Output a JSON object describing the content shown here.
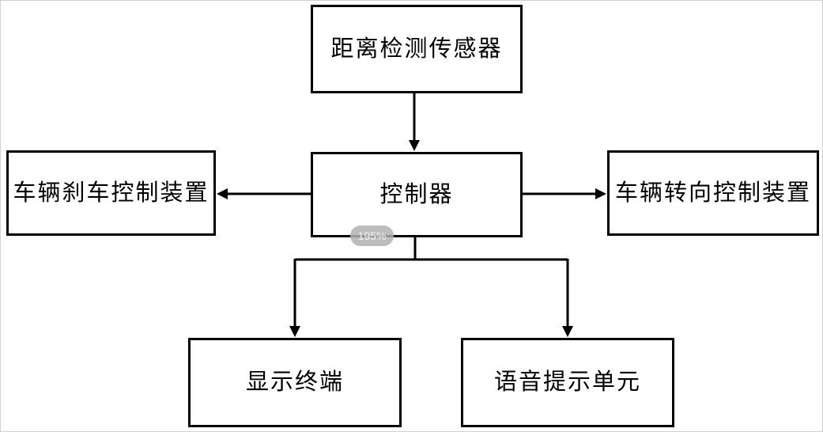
{
  "diagram": {
    "title": "vehicle-assist-system-block-diagram",
    "nodes": [
      {
        "id": "sensor",
        "label": "距离检测传感器"
      },
      {
        "id": "controller",
        "label": "控制器"
      },
      {
        "id": "brake",
        "label": "车辆刹车控制装置"
      },
      {
        "id": "steering",
        "label": "车辆转向控制装置"
      },
      {
        "id": "display",
        "label": "显示终端"
      },
      {
        "id": "voice",
        "label": "语音提示单元"
      }
    ],
    "edges": [
      {
        "from": "sensor",
        "to": "controller",
        "direction": "down"
      },
      {
        "from": "controller",
        "to": "brake",
        "direction": "left"
      },
      {
        "from": "controller",
        "to": "steering",
        "direction": "right"
      },
      {
        "from": "controller",
        "to": "display",
        "direction": "down-branch"
      },
      {
        "from": "controller",
        "to": "voice",
        "direction": "down-branch"
      }
    ]
  },
  "overlay": {
    "zoom_level": "195%"
  },
  "colors": {
    "line": "#000000",
    "box_border": "#000000",
    "background": "#ffffff",
    "badge_bg": "#b2b2b2",
    "badge_text": "#ffffff"
  }
}
